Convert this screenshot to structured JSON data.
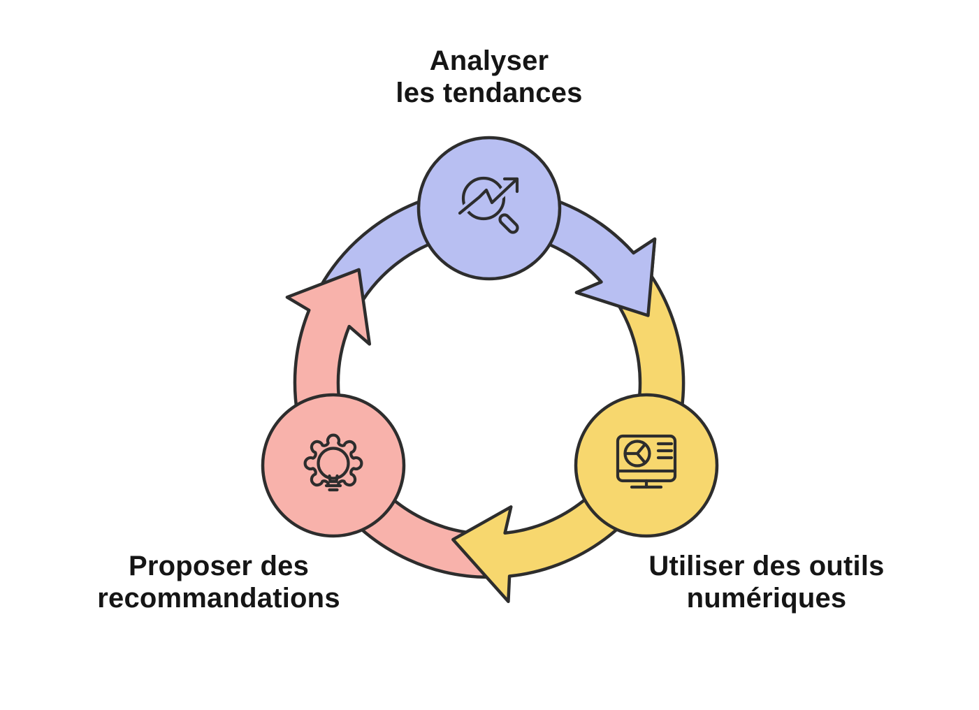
{
  "diagram": {
    "type": "cycle",
    "background": "#ffffff",
    "outline_color": "#2d2d2d",
    "text_color": "#151515",
    "nodes": [
      {
        "position": "top",
        "label": "Analyser\nles tendances",
        "color": "#b8bff2",
        "icon": "trend-magnifier-icon"
      },
      {
        "position": "bottom-right",
        "label": "Utiliser des outils\nnumériques",
        "color": "#f7d76e",
        "icon": "monitor-dashboard-icon"
      },
      {
        "position": "bottom-left",
        "label": "Proposer des\nrecommandations",
        "color": "#f8b2ab",
        "icon": "gear-lightbulb-icon"
      }
    ],
    "arrows": [
      {
        "from": "Analyser les tendances",
        "to": "Utiliser des outils numériques",
        "color": "#b8bff2"
      },
      {
        "from": "Utiliser des outils numériques",
        "to": "Proposer des recommandations",
        "color": "#f7d76e"
      },
      {
        "from": "Proposer des recommandations",
        "to": "Analyser les tendances",
        "color": "#f8b2ab"
      }
    ]
  }
}
